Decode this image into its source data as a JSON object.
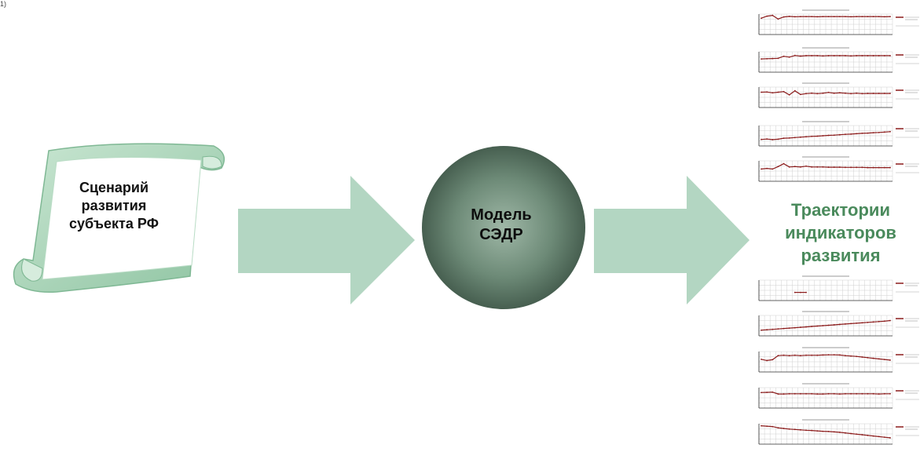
{
  "corner_mark": "1)",
  "scenario_lines": [
    "Сценарий",
    "развития",
    "субъекта РФ"
  ],
  "model_lines": [
    "Модель",
    "СЭДР"
  ],
  "result_lines": [
    "Траектории",
    "индикаторов",
    "развития"
  ],
  "colors": {
    "arrow": "#b3d6c2",
    "scroll_fill": "#ffffff",
    "scroll_edge": "#a8d4b8",
    "sphere_light": "#9fb8a7",
    "sphere_mid": "#5b7866",
    "sphere_dark": "#3d5446",
    "result_text": "#4a8a5c",
    "chart_line": "#8b1a1a"
  },
  "icons": [
    "scroll-icon",
    "arrow-right-icon",
    "sphere-icon",
    "line-chart-icon"
  ],
  "chart_data": [
    {
      "type": "line",
      "values": [
        8,
        9,
        9.4,
        7.6,
        8.6,
        8.9,
        8.7,
        8.8,
        8.8,
        8.8,
        8.7,
        8.8,
        8.8,
        8.8,
        8.8,
        8.8,
        8.7,
        8.8,
        8.8,
        8.8,
        8.8,
        8.8,
        8.7,
        8.8
      ]
    },
    {
      "type": "line",
      "values": [
        6.5,
        6.6,
        6.7,
        6.8,
        7.8,
        7.4,
        8.2,
        7.9,
        8.1,
        8.1,
        8.1,
        8.0,
        8.1,
        8.1,
        8.1,
        8.1,
        8.0,
        8.1,
        8.1,
        8.1,
        8.1,
        8.1,
        8.1,
        8.1
      ]
    },
    {
      "type": "line",
      "values": [
        7.5,
        7.6,
        7.2,
        7.5,
        7.8,
        6.2,
        8.2,
        6.4,
        6.8,
        7.0,
        6.8,
        7.0,
        7.4,
        7.0,
        7.2,
        7.0,
        6.8,
        7.0,
        6.8,
        6.9,
        6.9,
        6.9,
        6.9,
        6.9
      ]
    },
    {
      "type": "line",
      "values": [
        3.2,
        3.4,
        3.1,
        3.3,
        3.8,
        3.9,
        4.1,
        4.3,
        4.5,
        4.7,
        4.8,
        5.0,
        5.2,
        5.3,
        5.5,
        5.7,
        5.8,
        6.0,
        6.2,
        6.3,
        6.5,
        6.6,
        6.8,
        7.0
      ]
    },
    {
      "type": "line",
      "values": [
        6.0,
        6.3,
        6.0,
        7.2,
        8.6,
        7.0,
        7.2,
        7.0,
        7.4,
        7.0,
        7.0,
        7.0,
        6.9,
        6.9,
        6.9,
        6.8,
        6.8,
        6.8,
        6.8,
        6.7,
        6.7,
        6.7,
        6.7,
        6.7
      ]
    },
    {
      "type": "line",
      "values": [
        null,
        null,
        null,
        null,
        null,
        null,
        4.0,
        4.0,
        4.0,
        null,
        null,
        null,
        null,
        null,
        null,
        null,
        null,
        null,
        null,
        null,
        null,
        null,
        null,
        null
      ]
    },
    {
      "type": "line",
      "values": [
        2.8,
        3.0,
        3.2,
        3.4,
        3.6,
        3.8,
        4.0,
        4.2,
        4.4,
        4.6,
        4.8,
        5.0,
        5.2,
        5.4,
        5.6,
        5.8,
        6.0,
        6.2,
        6.4,
        6.6,
        6.8,
        7.0,
        7.2,
        7.5
      ]
    },
    {
      "type": "line",
      "values": [
        6.2,
        5.6,
        6.0,
        8.0,
        8.2,
        8.0,
        8.2,
        8.0,
        8.2,
        8.2,
        8.2,
        8.3,
        8.4,
        8.4,
        8.3,
        8.0,
        7.8,
        7.6,
        7.3,
        7.0,
        6.7,
        6.4,
        6.1,
        5.8
      ]
    },
    {
      "type": "line",
      "values": [
        7.6,
        7.7,
        7.8,
        6.9,
        6.9,
        7.0,
        7.0,
        7.0,
        7.0,
        7.0,
        6.9,
        6.9,
        7.0,
        7.0,
        6.9,
        7.0,
        7.0,
        7.0,
        7.0,
        7.0,
        7.0,
        6.9,
        7.0,
        7.0
      ]
    },
    {
      "type": "line",
      "values": [
        9.0,
        8.8,
        8.6,
        8.0,
        7.7,
        7.4,
        7.2,
        7.0,
        6.8,
        6.7,
        6.5,
        6.3,
        6.2,
        6.0,
        5.8,
        5.5,
        5.2,
        4.9,
        4.6,
        4.3,
        4.0,
        3.7,
        3.4,
        3.1
      ]
    }
  ]
}
